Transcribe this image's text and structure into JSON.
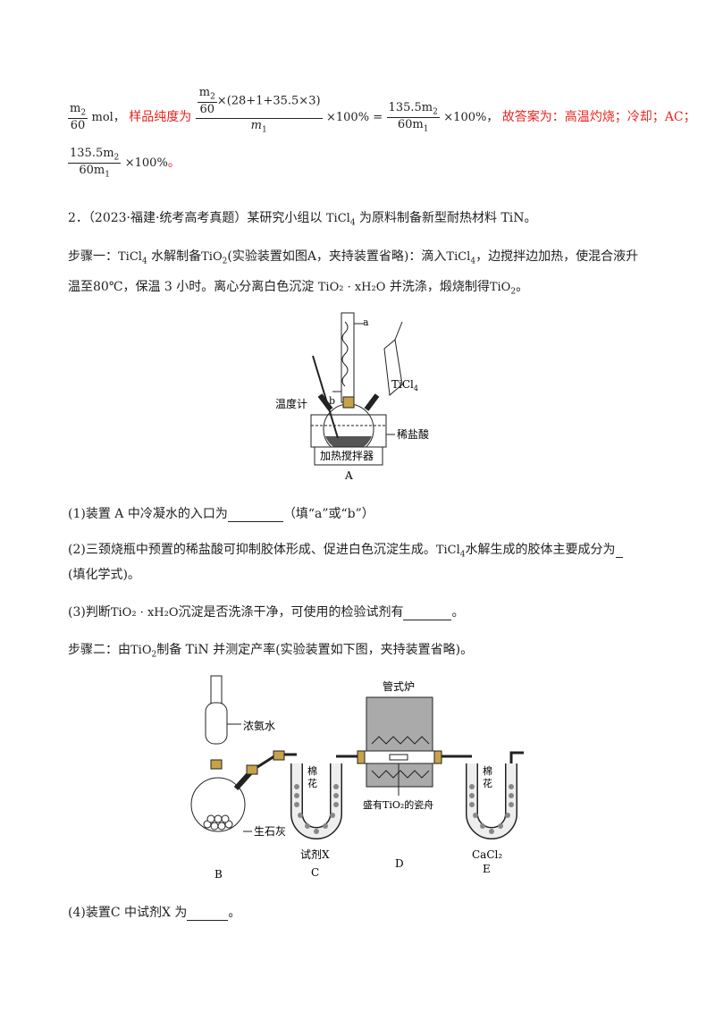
{
  "top": {
    "mol_unit": "mol，",
    "purity_label": "样品纯度为",
    "num_expr": "×(28+1+35.5×3)",
    "eq_pct": "×100% =",
    "frac2_num": "135.5m",
    "pct2": "×100%，",
    "answer_text": "故答案为：高温灼烧；冷却；AC；",
    "last_pct": "×100%",
    "last_dot": "。",
    "m2": "m",
    "sub2": "2",
    "sixty": "60",
    "m1": "m",
    "sub1": "1",
    "sixtym": "60m"
  },
  "q2": {
    "header": "2．（2023·福建·统考高考真题）某研究小组以",
    "header_tail": "为原料制备新型耐热材料 TiN。",
    "step1_a": "步骤一：",
    "step1_b": "水解制备",
    "step1_c": "(实验装置如图A，夹持装置省略)：滴入",
    "step1_d": "，边搅拌边加热，使混合液升",
    "step1_line2_a": "温至80℃，保温 3 小时。离心分离白色沉淀",
    "step1_line2_b": "并洗涤，煅烧制得",
    "step1_line2_c": "。",
    "ticl4": "TiCl",
    "tio2": "TiO",
    "tio2x": "TiO₂ · xH₂O"
  },
  "figA": {
    "a": "a",
    "b": "b",
    "thermometer": "温度计",
    "ticl4": "TiCl",
    "acid": "稀盐酸",
    "heater": "加热搅拌器",
    "label": "A"
  },
  "questions": {
    "q1_a": "(1)装置 A 中冷凝水的入口为",
    "q1_b": "（填“a”或“b”）",
    "q2_a": "(2)三颈烧瓶中预置的稀盐酸可抑制胶体形成、促进白色沉淀生成。",
    "q2_b": "水解生成的胶体主要成分为",
    "q2_line2": "(填化学式)。",
    "q3_a": "(3)判断",
    "q3_b": "沉淀是否洗涤干净，可使用的检验试剂有",
    "q3_c": "。",
    "step2_a": "步骤二：由",
    "step2_b": "制备 TiN 并测定产率(实验装置如下图，夹持装置省略)。",
    "q4_a": "(4)装置C 中试剂X 为",
    "q4_b": "。"
  },
  "figB": {
    "ammonia": "浓氨水",
    "furnace": "管式炉",
    "cotton": "棉",
    "cotton2": "花",
    "lime": "生石灰",
    "boat": "盛有TiO₂的瓷舟",
    "reagent": "试剂X",
    "cacl2": "CaCl₂",
    "B": "B",
    "C": "C",
    "D": "D",
    "E": "E"
  }
}
